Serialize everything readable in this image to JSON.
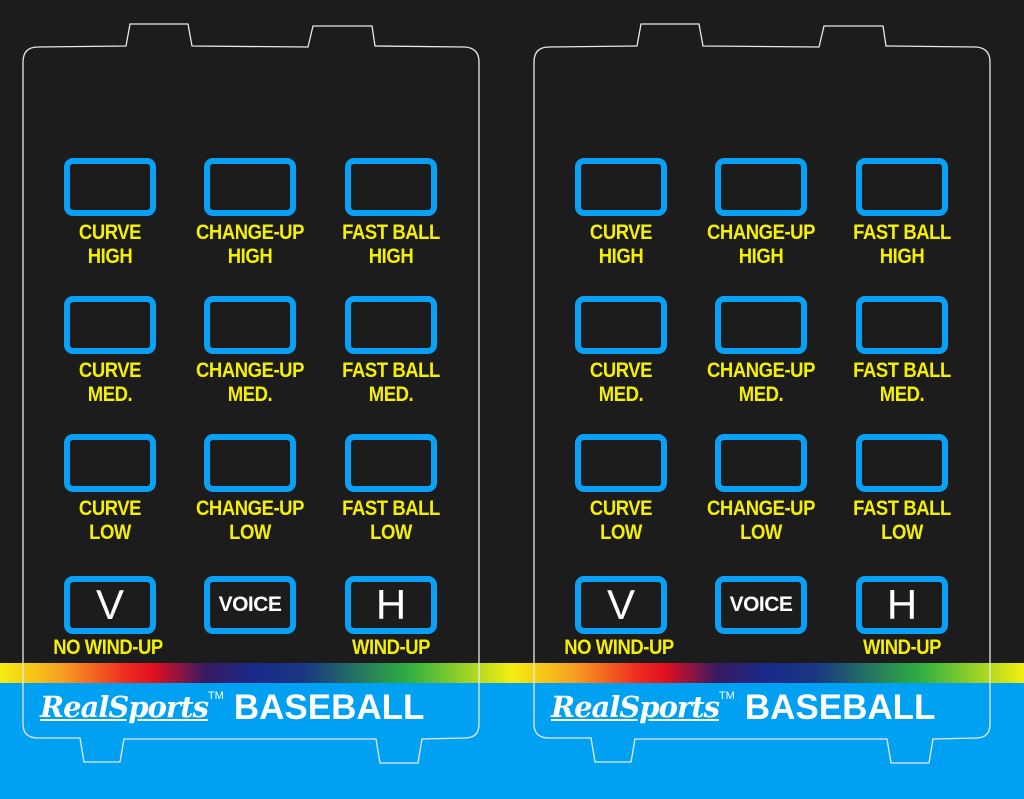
{
  "colors": {
    "background": "#1c1c1c",
    "key_border": "#0aa0f5",
    "label": "#f5f000",
    "footer": "#00a0f2"
  },
  "panels": [
    {
      "rows": [
        [
          "CURVE|HIGH",
          "CHANGE-UP|HIGH",
          "FAST BALL|HIGH"
        ],
        [
          "CURVE|MED.",
          "CHANGE-UP|MED.",
          "FAST BALL|MED."
        ],
        [
          "CURVE|LOW",
          "CHANGE-UP|LOW",
          "FAST BALL|LOW"
        ]
      ],
      "labels": [
        [
          {
            "l1": "CURVE",
            "l2": "HIGH"
          },
          {
            "l1": "CHANGE-UP",
            "l2": "HIGH"
          },
          {
            "l1": "FAST BALL",
            "l2": "HIGH"
          }
        ],
        [
          {
            "l1": "CURVE",
            "l2": "MED."
          },
          {
            "l1": "CHANGE-UP",
            "l2": "MED."
          },
          {
            "l1": "FAST BALL",
            "l2": "MED."
          }
        ],
        [
          {
            "l1": "CURVE",
            "l2": "LOW"
          },
          {
            "l1": "CHANGE-UP",
            "l2": "LOW"
          },
          {
            "l1": "FAST BALL",
            "l2": "LOW"
          }
        ]
      ],
      "bottom": {
        "v_key": "V",
        "v_label": "NO WIND-UP",
        "voice_key": "VOICE",
        "h_key": "H",
        "h_label": "WIND-UP"
      },
      "logo": {
        "brand": "RealSports",
        "tm": "TM",
        "title": "BASEBALL"
      }
    },
    {
      "labels": [
        [
          {
            "l1": "CURVE",
            "l2": "HIGH"
          },
          {
            "l1": "CHANGE-UP",
            "l2": "HIGH"
          },
          {
            "l1": "FAST BALL",
            "l2": "HIGH"
          }
        ],
        [
          {
            "l1": "CURVE",
            "l2": "MED."
          },
          {
            "l1": "CHANGE-UP",
            "l2": "MED."
          },
          {
            "l1": "FAST BALL",
            "l2": "MED."
          }
        ],
        [
          {
            "l1": "CURVE",
            "l2": "LOW"
          },
          {
            "l1": "CHANGE-UP",
            "l2": "LOW"
          },
          {
            "l1": "FAST BALL",
            "l2": "LOW"
          }
        ]
      ],
      "bottom": {
        "v_key": "V",
        "v_label": "NO WIND-UP",
        "voice_key": "VOICE",
        "h_key": "H",
        "h_label": "WIND-UP"
      },
      "logo": {
        "brand": "RealSports",
        "tm": "TM",
        "title": "BASEBALL"
      }
    }
  ]
}
